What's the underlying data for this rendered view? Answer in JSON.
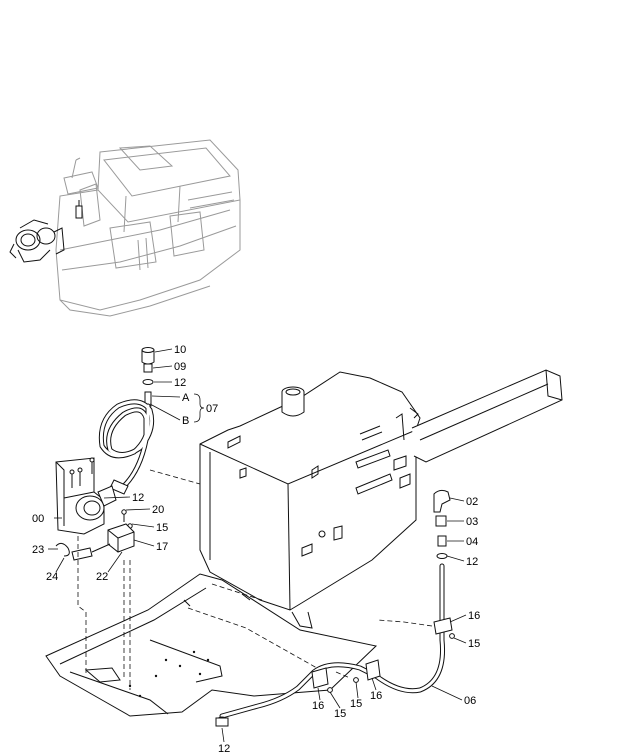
{
  "labels": {
    "p10": "10",
    "p09": "09",
    "p12a": "12",
    "pA": "A",
    "pB": "B",
    "p07": "07",
    "p12b": "12",
    "p00": "00",
    "p20": "20",
    "p15a": "15",
    "p17": "17",
    "p23": "23",
    "p24": "24",
    "p22": "22",
    "p02": "02",
    "p03": "03",
    "p04": "04",
    "p12c": "12",
    "p16a": "16",
    "p15b": "15",
    "p06": "06",
    "p16b": "16",
    "p15c": "15",
    "p15d": "15",
    "p16c": "16",
    "p12d": "12"
  }
}
